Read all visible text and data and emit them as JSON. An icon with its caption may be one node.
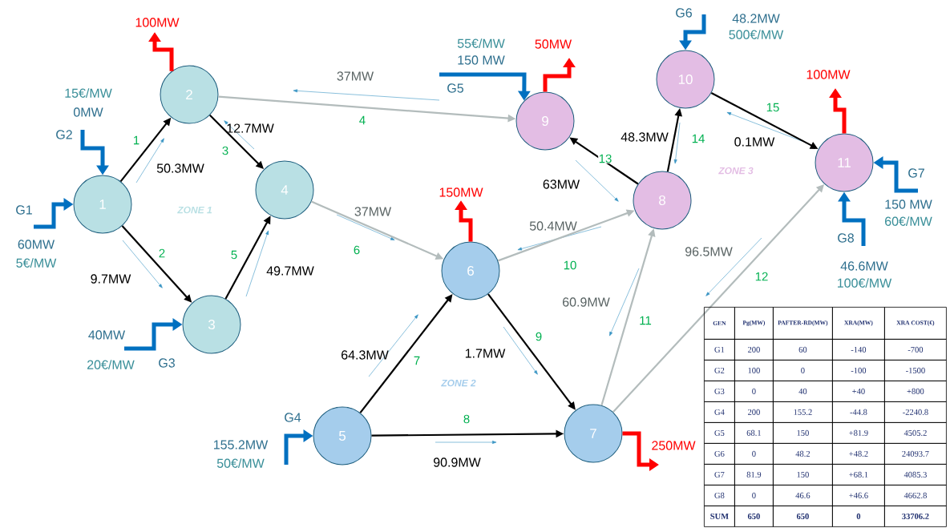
{
  "diagram": {
    "nodes": [
      {
        "text": [
          "1"
        ]
      },
      {
        "text": [
          "2"
        ]
      },
      {
        "text": [
          "3"
        ]
      },
      {
        "text": [
          "4"
        ]
      },
      {
        "text": [
          "5"
        ]
      },
      {
        "text": [
          "6"
        ]
      },
      {
        "text": [
          "7"
        ]
      },
      {
        "text": [
          "8"
        ]
      },
      {
        "text": [
          "9"
        ]
      },
      {
        "text": [
          "10"
        ]
      },
      {
        "text": [
          "11"
        ]
      }
    ],
    "edges": [
      {
        "from": 0,
        "to": 1,
        "arrow": "to",
        "label": "1"
      },
      {
        "from": 0,
        "to": 2,
        "arrow": "to",
        "label": "2"
      },
      {
        "from": 1,
        "to": 3,
        "arrow": "to",
        "label": "3"
      },
      {
        "from": 1,
        "to": 8,
        "arrow": "to",
        "label": "4",
        "color": "#b3bcbc"
      },
      {
        "from": 2,
        "to": 3,
        "arrow": "to",
        "label": "5"
      },
      {
        "from": 3,
        "to": 5,
        "arrow": "to",
        "label": "6",
        "color": "#b3bcbc"
      },
      {
        "from": 4,
        "to": 5,
        "arrow": "to",
        "label": "7"
      },
      {
        "from": 4,
        "to": 6,
        "arrow": "to",
        "label": "8"
      },
      {
        "from": 5,
        "to": 6,
        "arrow": "to",
        "label": "9"
      },
      {
        "from": 5,
        "to": 7,
        "arrow": "to",
        "label": "10",
        "color": "#b3bcbc"
      },
      {
        "from": 6,
        "to": 7,
        "arrow": "to",
        "label": "11",
        "color": "#b3bcbc"
      },
      {
        "from": 6,
        "to": 10,
        "arrow": "to",
        "label": "12",
        "color": "#b3bcbc"
      },
      {
        "from": 7,
        "to": 8,
        "arrow": "to",
        "label": "13"
      },
      {
        "from": 7,
        "to": 9,
        "arrow": "to",
        "label": "14"
      },
      {
        "from": 9,
        "to": 10,
        "arrow": "to",
        "label": "15"
      },
      {
        "from": null,
        "to": 0,
        "arrow": "to",
        "label": "G1",
        "style": "thick",
        "color": "#0070c0"
      },
      {
        "from": null,
        "to": 0,
        "arrow": "to",
        "label": "G2",
        "style": "thick",
        "color": "#0070c0"
      },
      {
        "from": null,
        "to": 2,
        "arrow": "to",
        "label": "G3",
        "style": "thick",
        "color": "#0070c0"
      },
      {
        "from": null,
        "to": 4,
        "arrow": "to",
        "label": "G4",
        "style": "thick",
        "color": "#0070c0"
      },
      {
        "from": null,
        "to": 8,
        "arrow": "to",
        "label": "G5",
        "style": "thick",
        "color": "#0070c0"
      },
      {
        "from": null,
        "to": 9,
        "arrow": "to",
        "label": "G6",
        "style": "thick",
        "color": "#0070c0"
      },
      {
        "from": null,
        "to": 10,
        "arrow": "to",
        "label": "G7",
        "style": "thick",
        "color": "#0070c0"
      },
      {
        "from": null,
        "to": 10,
        "arrow": "to",
        "label": "G8",
        "style": "thick",
        "color": "#0070c0"
      },
      {
        "from": 1,
        "to": null,
        "arrow": "to",
        "label": "100MW",
        "style": "thick",
        "color": "#ff0000"
      },
      {
        "from": 8,
        "to": null,
        "arrow": "to",
        "label": "50MW",
        "style": "thick",
        "color": "#ff0000"
      },
      {
        "from": 5,
        "to": null,
        "arrow": "to",
        "label": "150MW",
        "style": "thick",
        "color": "#ff0000"
      },
      {
        "from": 10,
        "to": null,
        "arrow": "to",
        "label": "100MW",
        "style": "thick",
        "color": "#ff0000"
      },
      {
        "from": 6,
        "to": null,
        "arrow": "to",
        "label": "250MW",
        "style": "thick",
        "color": "#ff0000"
      }
    ],
    "labels": [
      "15€/MW",
      "0MW",
      "60MW",
      "5€/MW",
      "40MW",
      "20€/MW",
      "155.2MW",
      "50€/MW",
      "55€/MW",
      "150 MW",
      "48.2MW",
      "500€/MW",
      "150 MW",
      "60€/MW",
      "46.6MW",
      "100€/MW",
      "50.3MW",
      "9.7MW",
      "12.7MW",
      "37MW",
      "49.7MW",
      "37MW",
      "64.3MW",
      "1.7MW",
      "90.9MW",
      "50.4MW",
      "60.9MW",
      "96.5MW",
      "63MW",
      "48.3MW",
      "0.1MW",
      "ZONE 1",
      "ZONE 2",
      "ZONE 3",
      "GEN",
      "Pg(MW)",
      "PAFTER-RD(MW)",
      "XRA(MW)",
      "XRA COST(€)",
      "G1",
      "200",
      "60",
      "-140",
      "-700",
      "G2",
      "100",
      "0",
      "-100",
      "-1500",
      "G3",
      "0",
      "40",
      "+40",
      "+800",
      "G4",
      "200",
      "155.2",
      "-44.8",
      "-2240.8",
      "G5",
      "68.1",
      "150",
      "+81.9",
      "4505.2",
      "G6",
      "0",
      "48.2",
      "+48.2",
      "24093.7",
      "G7",
      "81.9",
      "150",
      "+68.1",
      "4085.3",
      "G8",
      "0",
      "46.6",
      "+46.6",
      "4662.8",
      "SUM",
      "650",
      "650",
      "0",
      "33706.2"
    ]
  }
}
